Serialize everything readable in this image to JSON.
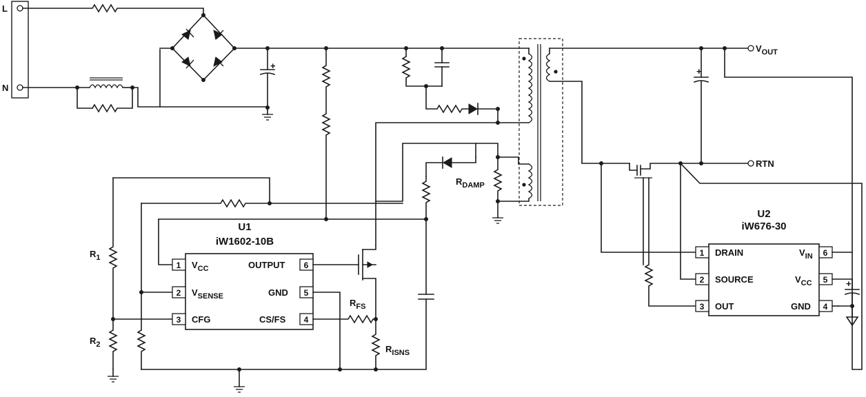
{
  "u1": {
    "ref": "U1",
    "part": "iW1602-10B",
    "pins": [
      {
        "num": "1",
        "name": "V",
        "sub": "CC"
      },
      {
        "num": "2",
        "name": "V",
        "sub": "SENSE"
      },
      {
        "num": "3",
        "name": "CFG",
        "sub": ""
      },
      {
        "num": "6",
        "name": "OUTPUT",
        "sub": ""
      },
      {
        "num": "5",
        "name": "GND",
        "sub": ""
      },
      {
        "num": "4",
        "name": "CS/FS",
        "sub": ""
      }
    ]
  },
  "u2": {
    "ref": "U2",
    "part": "iW676-30",
    "pins": [
      {
        "num": "1",
        "name": "DRAIN",
        "sub": ""
      },
      {
        "num": "2",
        "name": "SOURCE",
        "sub": ""
      },
      {
        "num": "3",
        "name": "OUT",
        "sub": ""
      },
      {
        "num": "6",
        "name": "V",
        "sub": "IN"
      },
      {
        "num": "5",
        "name": "V",
        "sub": "CC"
      },
      {
        "num": "4",
        "name": "GND",
        "sub": ""
      }
    ]
  },
  "labels": {
    "line": "L",
    "neutral": "N",
    "vout": "V",
    "vout_sub": "OUT",
    "rtn": "RTN",
    "r1": "R",
    "r1_sub": "1",
    "r2": "R",
    "r2_sub": "2",
    "rfs": "R",
    "rfs_sub": "FS",
    "risns": "R",
    "risns_sub": "ISNS",
    "rdamp": "R",
    "rdamp_sub": "DAMP",
    "cap_plus": "+"
  }
}
